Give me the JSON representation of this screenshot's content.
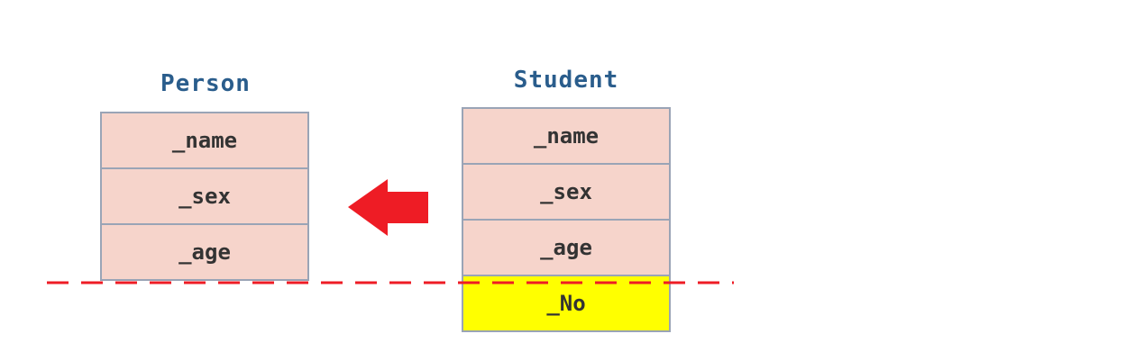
{
  "diagram": {
    "parent": {
      "title": "Person",
      "fields": [
        "_name",
        "_sex",
        "_age"
      ]
    },
    "child": {
      "title": "Student",
      "fields": [
        "_name",
        "_sex",
        "_age"
      ],
      "extra_field": "_No"
    },
    "colors": {
      "field_fill": "#f6d4cb",
      "extra_fill": "#ffff00",
      "border": "#9aa4b6",
      "arrow": "#ee1c25",
      "dashed_line": "#ee1c25",
      "title": "#2a5d8c"
    },
    "arrow_direction": "left"
  }
}
